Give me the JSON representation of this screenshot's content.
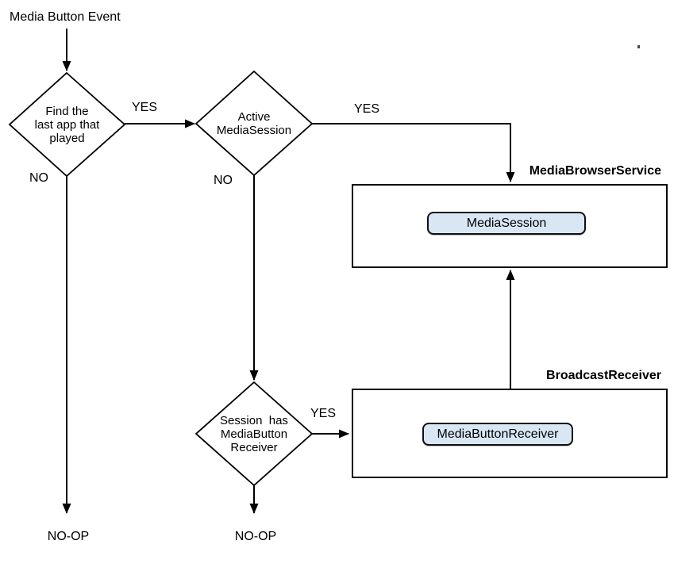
{
  "colors": {
    "chip_fill": "#d9e7f5",
    "stroke": "#000000",
    "background": "#ffffff"
  },
  "start": {
    "label": "Media Button Event"
  },
  "decisions": {
    "find_last_app": "Find the\nlast app that\nplayed",
    "active_media_session": "Active\nMediaSession",
    "session_has_receiver": "Session  has\nMediaButton\nReceiver"
  },
  "edges": {
    "d1_yes": "YES",
    "d1_no": "NO",
    "d2_yes": "YES",
    "d2_no": "NO",
    "d3_yes": "YES"
  },
  "containers": {
    "media_browser_service": {
      "title": "MediaBrowserService",
      "chip": "MediaSession"
    },
    "broadcast_receiver": {
      "title": "BroadcastReceiver",
      "chip": "MediaButtonReceiver"
    }
  },
  "terminals": {
    "noop_left": "NO-OP",
    "noop_mid": "NO-OP"
  }
}
